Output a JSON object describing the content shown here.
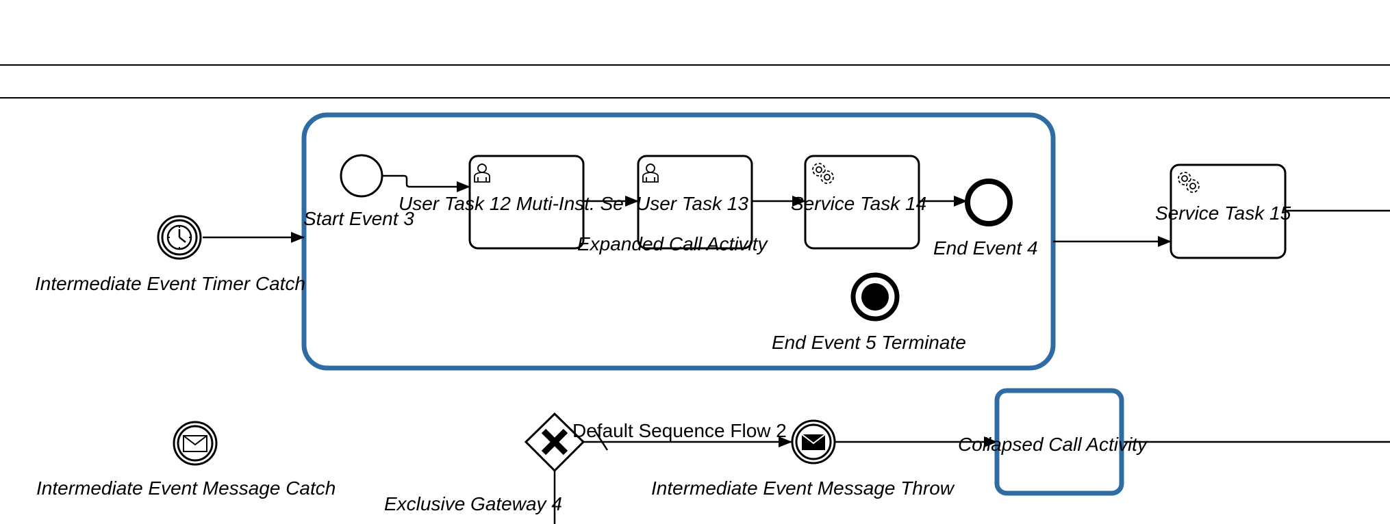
{
  "diagram": {
    "colors": {
      "call_activity_border": "#2f6ca3",
      "stroke": "#000000"
    },
    "elements": {
      "timer_catch": {
        "label": "Intermediate Event Timer Catch",
        "icon": "clock-icon"
      },
      "message_catch": {
        "label": "Intermediate Event Message Catch",
        "icon": "envelope-icon"
      },
      "start_event_3": {
        "label": "Start Event 3"
      },
      "user_task_12": {
        "label": "User Task 12 Muti-Inst. Se",
        "icon": "user-icon"
      },
      "user_task_13": {
        "label": "User Task 13",
        "icon": "user-icon"
      },
      "service_task_14": {
        "label": "Service Task 14",
        "icon": "gear-icon"
      },
      "end_event_4": {
        "label": "End Event 4"
      },
      "end_event_5": {
        "label": "End Event 5 Terminate"
      },
      "expanded_call_activity": {
        "label": "Expanded Call Activity"
      },
      "service_task_15": {
        "label": "Service Task 15",
        "icon": "gear-icon"
      },
      "exclusive_gateway_4": {
        "label": "Exclusive Gateway 4",
        "icon": "x-mark-icon"
      },
      "default_flow_2": {
        "label": "Default Sequence Flow 2"
      },
      "message_throw": {
        "label": "Intermediate Event Message Throw",
        "icon": "envelope-icon"
      },
      "collapsed_call_activity": {
        "label": "Collapsed Call Activity"
      }
    }
  }
}
